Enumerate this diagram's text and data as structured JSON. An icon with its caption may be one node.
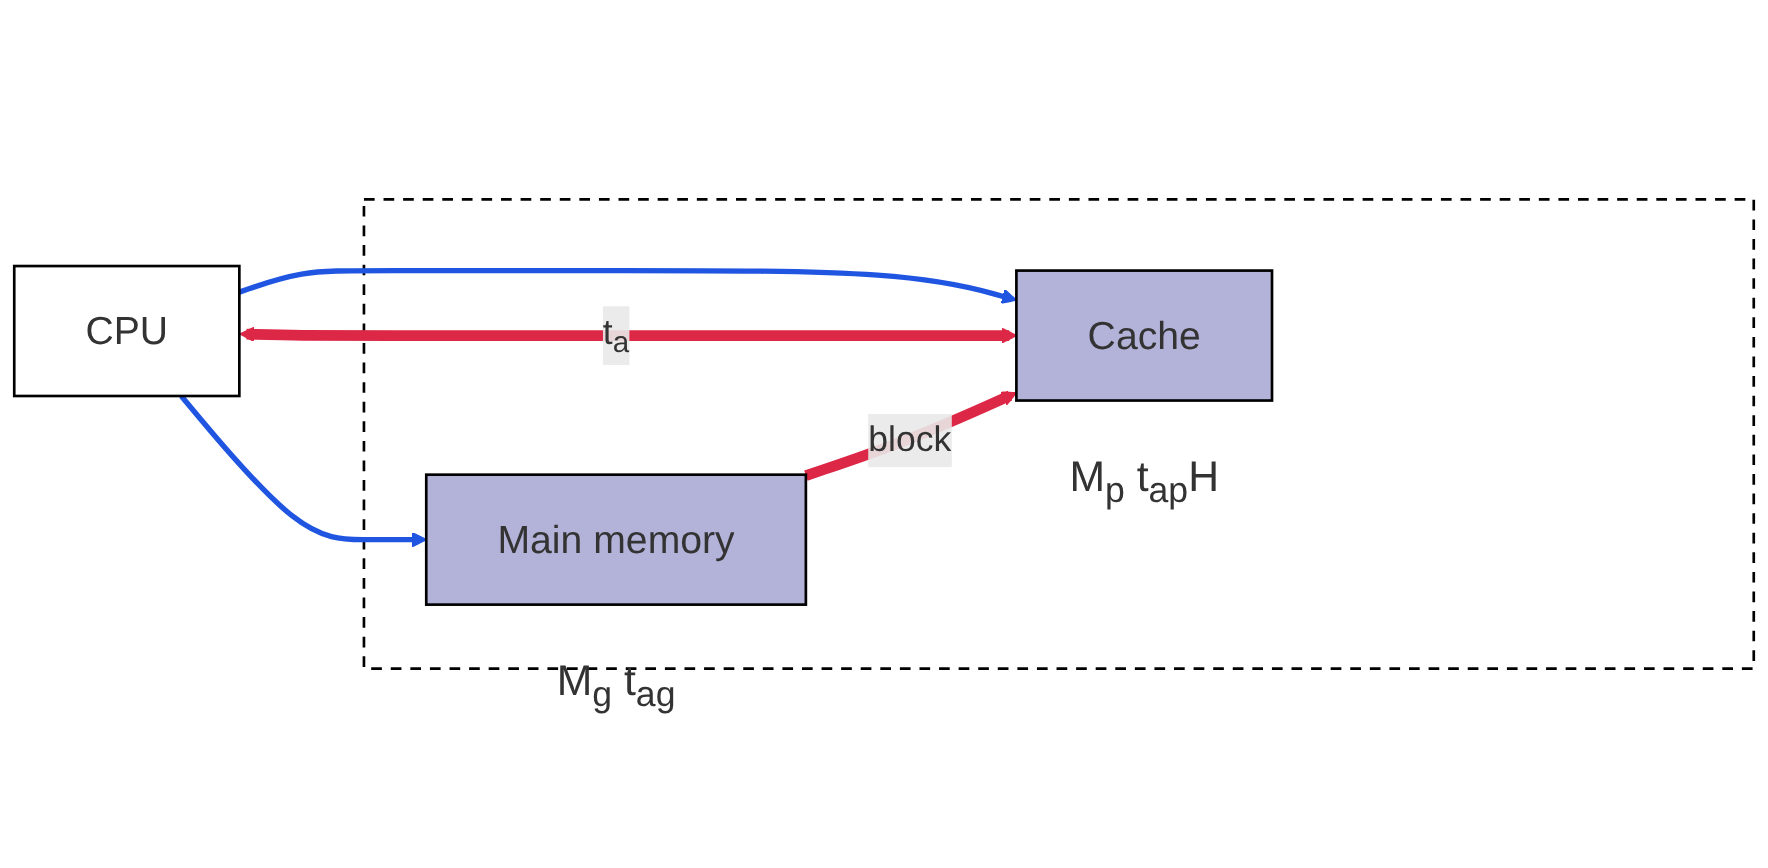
{
  "diagram": {
    "nodes": [
      {
        "text": [
          "CPU"
        ]
      },
      {
        "text": [],
        "shape": "box"
      },
      {
        "text": [
          "Cache"
        ],
        "in": 1,
        "beside": [
          "M$_{p}$ t$_{ap}$H"
        ]
      },
      {
        "text": [
          "Main memory"
        ],
        "in": 1,
        "beside": [
          "M$_{g}$ t$_{ag}$"
        ]
      }
    ],
    "edges": [
      {
        "from": 0,
        "to": 2,
        "arrow": "to",
        "color": "#1f55e0"
      },
      {
        "from": 0,
        "to": 3,
        "arrow": "to",
        "color": "#1f55e0"
      },
      {
        "from": 0,
        "to": 2,
        "arrow": "both",
        "style": "thick",
        "color": "#dc2846",
        "label": "t$_{a}$"
      },
      {
        "from": 3,
        "to": 2,
        "arrow": "to",
        "style": "thick",
        "color": "#dc2846",
        "label": "block"
      }
    ]
  }
}
